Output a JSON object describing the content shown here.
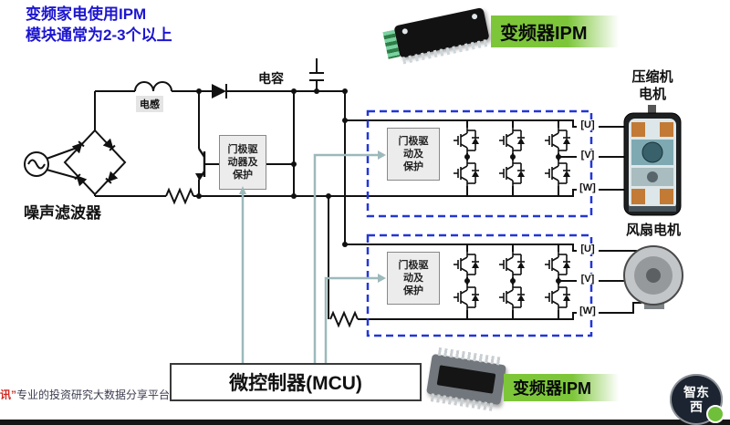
{
  "header": {
    "title": "变频家电使用IPM\n模块通常为2-3个以上"
  },
  "ipm": {
    "top_label": "变频器IPM",
    "bottom_label": "变频器IPM"
  },
  "circuit": {
    "capacitor": "电容",
    "inductor": "电感",
    "noise_filter": "噪声滤波器",
    "gate_driver_main": "门极驱\n动器及\n保护",
    "gate_driver_compressor": "门极驱\n动及\n保护",
    "gate_driver_fan": "门极驱\n动及\n保护",
    "mcu": "微控制器(MCU)",
    "phase_u": "[U]",
    "phase_v": "[V]",
    "phase_w": "[W]"
  },
  "loads": {
    "compressor": "压缩机\n电机",
    "fan": "风扇电机"
  },
  "footer": {
    "watermark_prefix": "讯”",
    "watermark_text": "专业的投资研究大数据分享平台",
    "logo": "智东西"
  },
  "colors": {
    "title_blue": "#1c15cf",
    "dashed_blue": "#2236d6",
    "highlight_green": "#7dc63a",
    "signal_teal": "#9db9bb",
    "watermark_red": "#d02a21"
  }
}
